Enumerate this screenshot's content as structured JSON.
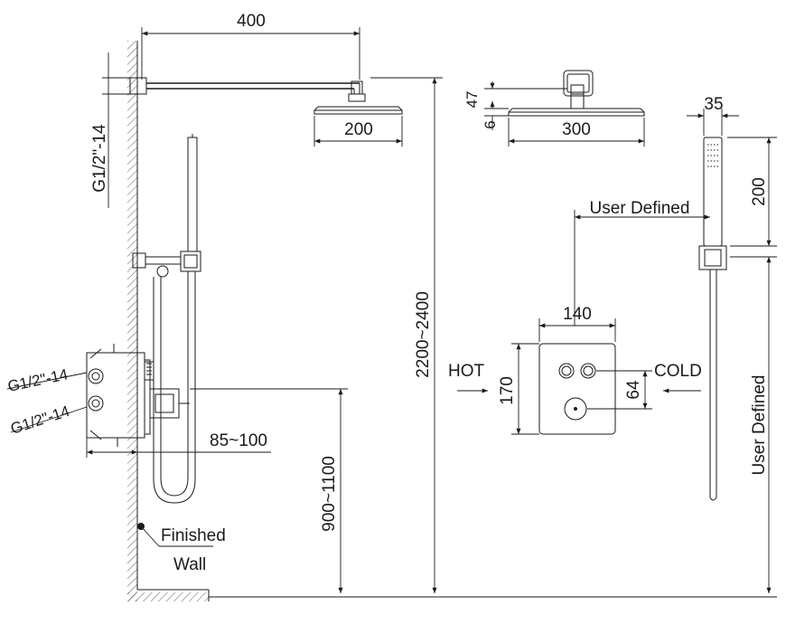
{
  "dimensions": {
    "arm_length": "400",
    "rain_head_small": "200",
    "rain_head_large": "300",
    "head_height_47": "47",
    "head_offset_6": "6",
    "hand_width": "35",
    "hand_length": "200",
    "total_height": "2200~2400",
    "valve_height": "900~1100",
    "depth": "85~100",
    "plate_width": "140",
    "plate_height": "170",
    "knob_spacing": "64"
  },
  "labels": {
    "thread_top": "G1/2\"-14",
    "thread_inlet_1": "G1/2\"-14",
    "thread_inlet_2": "G1/2\"-14",
    "user_defined_h": "User Defined",
    "user_defined_v": "User Defined",
    "hot": "HOT",
    "cold": "COLD",
    "finished": "Finished",
    "wall": "Wall"
  }
}
